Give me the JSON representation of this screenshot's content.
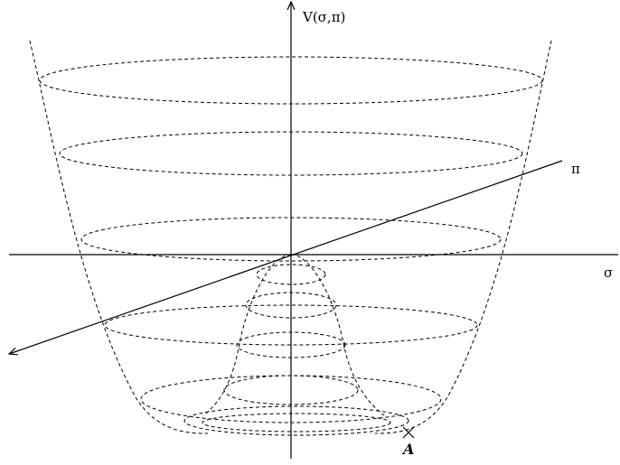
{
  "labels": {
    "v_axis": "V(σ,π)",
    "pi_axis": "π",
    "sigma_axis": "σ",
    "point_a": "A"
  }
}
